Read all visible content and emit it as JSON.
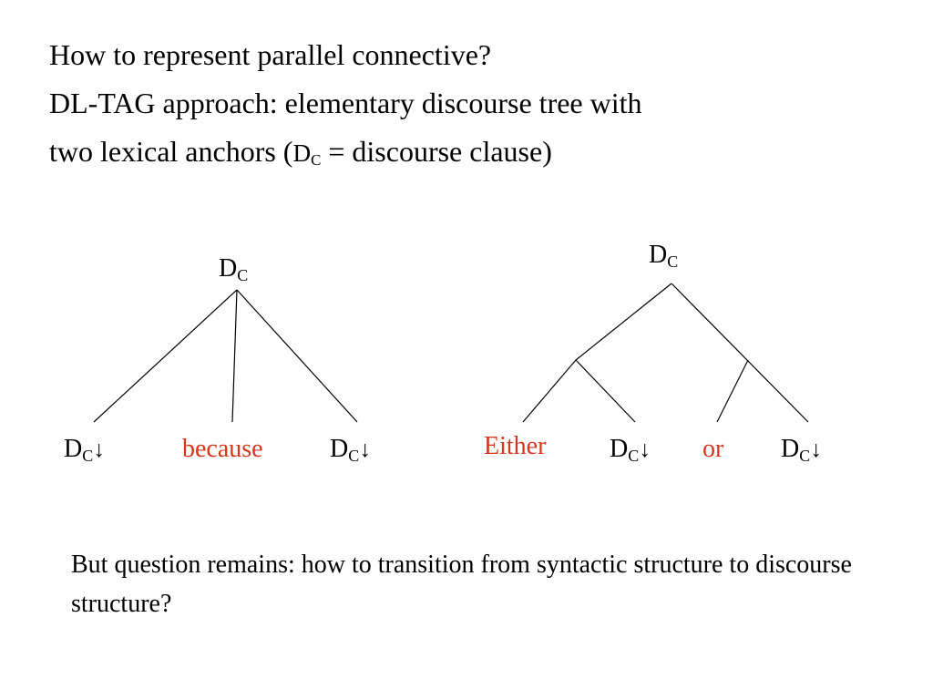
{
  "heading": {
    "line1": "How to represent parallel connective?",
    "line2": "DL-TAG approach:  elementary discourse tree with",
    "line3_pre": "two lexical anchors (",
    "line3_sym": "D",
    "line3_sub": "C",
    "line3_post": " = discourse clause)"
  },
  "node_symbol": "D",
  "node_subscript": "C",
  "subst_arrow": "↓",
  "tree_left": {
    "anchor": "because"
  },
  "tree_right": {
    "anchor1": "Either",
    "anchor2": "or"
  },
  "footer": "But question remains: how to transition from syntactic structure to discourse structure?",
  "colors": {
    "anchor_text": "#d6361c",
    "text": "#000000",
    "background": "#ffffff"
  }
}
